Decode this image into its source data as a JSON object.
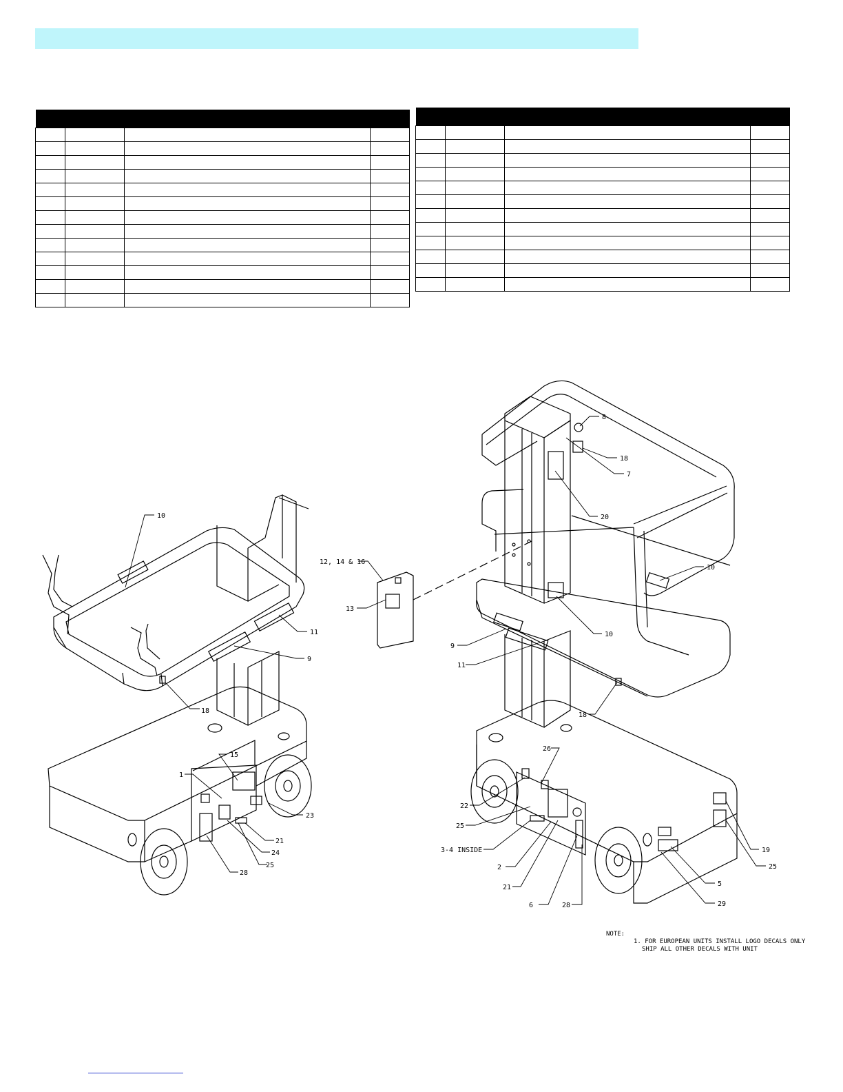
{
  "header": {
    "bar_color": "#bff5fb"
  },
  "tables": {
    "left_rows": 13,
    "right_rows": 12
  },
  "callouts": {
    "left": {
      "c10": "10",
      "c11": "11",
      "c9": "9",
      "c18": "18",
      "c15": "15",
      "c1": "1",
      "c23": "23",
      "c21": "21",
      "c24": "24",
      "c25": "25",
      "c28": "28"
    },
    "center": {
      "c12": "12, 14 & 16",
      "c13": "13"
    },
    "right": {
      "c8": "8",
      "c18a": "18",
      "c7": "7",
      "c20": "20",
      "c10a": "10",
      "c10b": "10",
      "c9": "9",
      "c11": "11",
      "c18b": "18",
      "c26": "26",
      "c22": "22",
      "c25a": "25",
      "c34": "3-4 INSIDE",
      "c2": "2",
      "c21": "21",
      "c6": "6",
      "c28": "28",
      "c19": "19",
      "c25b": "25",
      "c5": "5",
      "c29": "29"
    }
  },
  "note": {
    "label": "NOTE:",
    "line1": "1. FOR EUROPEAN UNITS INSTALL LOGO DECALS ONLY",
    "line2": "SHIP ALL OTHER DECALS WITH UNIT"
  }
}
